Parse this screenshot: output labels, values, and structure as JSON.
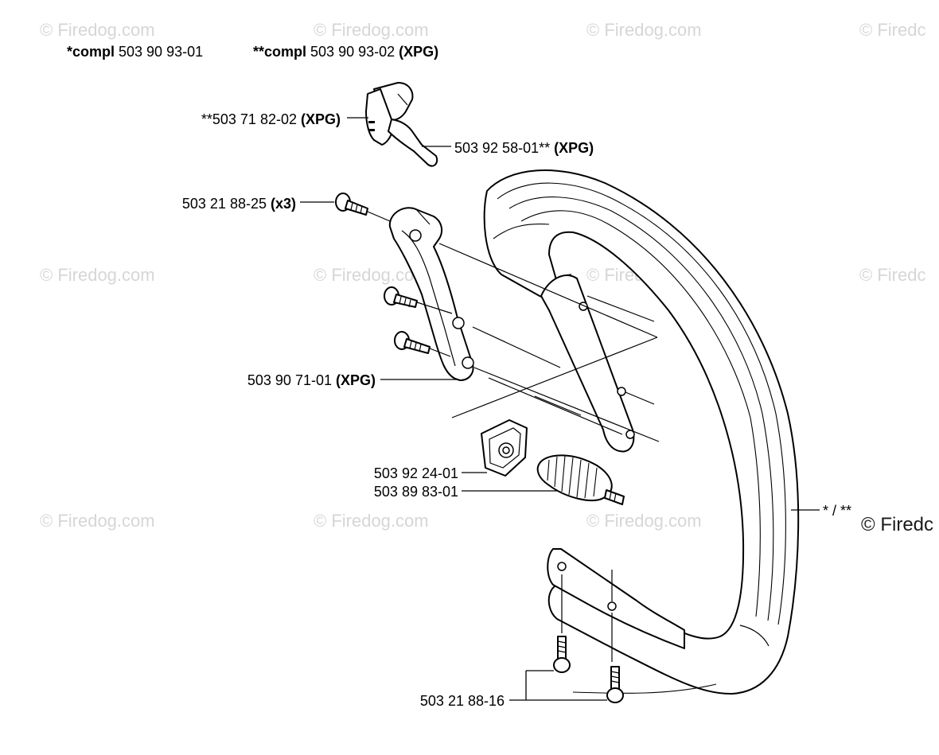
{
  "header": {
    "compl1_prefix": "*compl",
    "compl1_number": " 503 90 93-01",
    "compl2_prefix": "**compl",
    "compl2_number": " 503 90 93-02 ",
    "compl2_suffix": "(XPG)"
  },
  "watermark": {
    "text": "© Firedog.com",
    "edge_text": "© Firedc",
    "dark_text": "© Firedc"
  },
  "callouts": {
    "c1": {
      "number": "**503 71 82-02 ",
      "suffix": "(XPG)"
    },
    "c2": {
      "number": "503 92 58-01** ",
      "suffix": "(XPG)"
    },
    "c3": {
      "number": "503 21 88-25 ",
      "suffix": "(x3)"
    },
    "c4": {
      "number": "503 90 71-01 ",
      "suffix": "(XPG)"
    },
    "c5": {
      "number": "503 92 24-01",
      "suffix": ""
    },
    "c6": {
      "number": "503 89 83-01",
      "suffix": ""
    },
    "c7": {
      "number": "* / **",
      "suffix": ""
    },
    "c8": {
      "number": "503 21 88-16",
      "suffix": ""
    }
  },
  "colors": {
    "line": "#000000",
    "background": "#ffffff",
    "watermark": "#d6d6d6"
  }
}
